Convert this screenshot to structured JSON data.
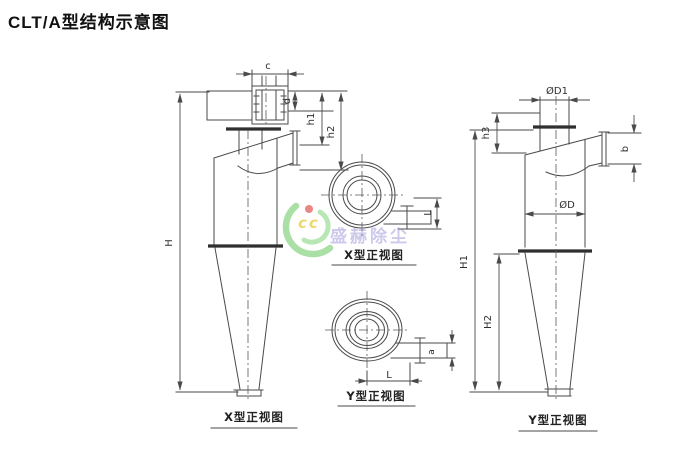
{
  "title": "CLT/A型结构示意图",
  "figures": {
    "x_front": {
      "caption": "X型正视图",
      "dims": {
        "c": "c",
        "d": "d",
        "h1": "h1",
        "h2": "h2",
        "H": "H"
      }
    },
    "x_plan": {
      "caption": "X型正视图",
      "dims": {
        "L": "L"
      }
    },
    "y_plan": {
      "caption": "Y型正视图",
      "dims": {
        "a": "a",
        "L": "L"
      }
    },
    "y_front": {
      "caption": "Y型正视图",
      "dims": {
        "D1": "ØD1",
        "h3": "h3",
        "b": "b",
        "D": "ØD",
        "H1": "H1",
        "H2": "H2"
      }
    }
  },
  "watermark": {
    "monogram": "cc",
    "company": "盛赫除尘",
    "colors": {
      "swirl": "#7fcf7a",
      "monogram": "#e9c93d",
      "dot": "#df5450",
      "text": "#958cd6"
    }
  },
  "colors": {
    "line": "#4a4a4a",
    "thick": "#2f2f2f",
    "label": "#2e2e2e",
    "title": "#111111"
  }
}
